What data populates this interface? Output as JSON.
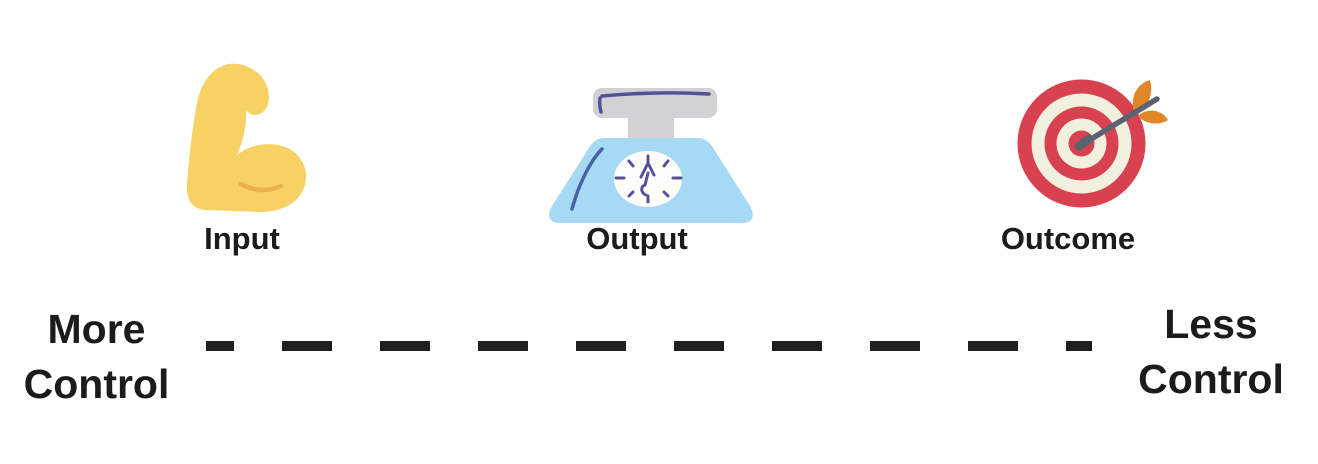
{
  "diagram": {
    "items": [
      {
        "label": "Input",
        "icon": "flexed-bicep-icon"
      },
      {
        "label": "Output",
        "icon": "weighing-scale-icon"
      },
      {
        "label": "Outcome",
        "icon": "target-with-arrow-icon"
      }
    ],
    "spectrum": {
      "left": {
        "line1": "More",
        "line2": "Control"
      },
      "right": {
        "line1": "Less",
        "line2": "Control"
      }
    }
  },
  "colors": {
    "text": "#1b1b1b",
    "dash_line": "#1f1f1f",
    "bicep_yellow": "#F8D164",
    "bicep_crease": "#EFAF4B",
    "scale_platform_gray": "#D2D1D3",
    "scale_line_indigo": "#54519C",
    "scale_contour_blue": "#4C61A5",
    "scale_body_blue": "#A6D9F4",
    "scale_dial_white": "#FEFEFA",
    "target_red": "#D8414F",
    "target_cream": "#F1EFDD",
    "arrow_shaft_gray": "#5A6470",
    "arrow_feather_orange": "#DE8727"
  }
}
